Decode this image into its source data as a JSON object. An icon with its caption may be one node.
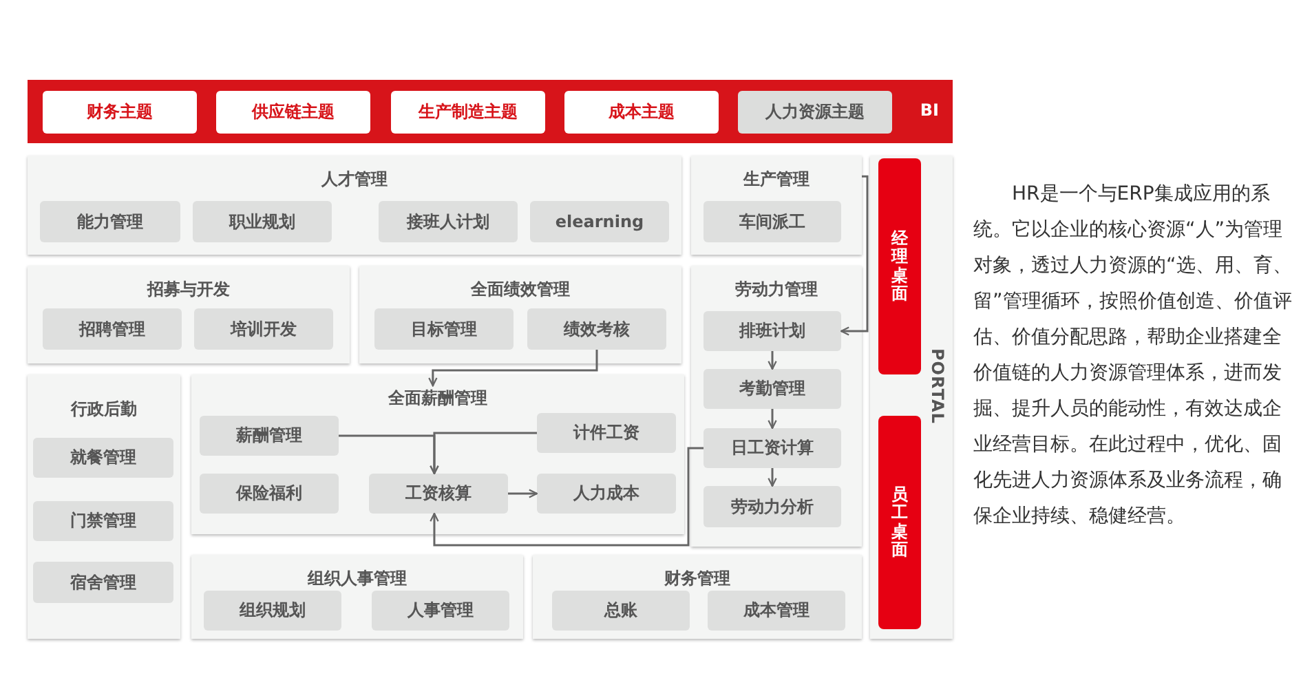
{
  "diagram": {
    "nodes": [
      {
        "text": [
          "BI"
        ]
      },
      {
        "text": [
          "财务主题"
        ],
        "in": 0
      },
      {
        "text": [
          "供应链主题"
        ],
        "in": 0
      },
      {
        "text": [
          "生产制造主题"
        ],
        "in": 0
      },
      {
        "text": [
          "成本主题"
        ],
        "in": 0
      },
      {
        "text": [
          "人力资源主题"
        ],
        "in": 0
      },
      {
        "text": [
          "人才管理"
        ]
      },
      {
        "text": [
          "能力管理"
        ],
        "in": 6
      },
      {
        "text": [
          "职业规划"
        ],
        "in": 6
      },
      {
        "text": [
          "接班人计划"
        ],
        "in": 6
      },
      {
        "text": [
          "elearning"
        ],
        "in": 6
      },
      {
        "text": [
          "生产管理"
        ]
      },
      {
        "text": [
          "车间派工"
        ],
        "in": 11
      },
      {
        "text": [
          "PORTAL"
        ]
      },
      {
        "text": [
          "经理桌面"
        ],
        "in": 13
      },
      {
        "text": [
          "员工桌面"
        ],
        "in": 13
      },
      {
        "text": [
          "招募与开发"
        ]
      },
      {
        "text": [
          "招聘管理"
        ],
        "in": 16
      },
      {
        "text": [
          "培训开发"
        ],
        "in": 16
      },
      {
        "text": [
          "全面绩效管理"
        ]
      },
      {
        "text": [
          "目标管理"
        ],
        "in": 19
      },
      {
        "text": [
          "绩效考核"
        ],
        "in": 19
      },
      {
        "text": [
          "劳动力管理"
        ]
      },
      {
        "text": [
          "排班计划"
        ],
        "in": 22
      },
      {
        "text": [
          "考勤管理"
        ],
        "in": 22
      },
      {
        "text": [
          "日工资计算"
        ],
        "in": 22
      },
      {
        "text": [
          "劳动力分析"
        ],
        "in": 22
      },
      {
        "text": [
          "行政后勤"
        ]
      },
      {
        "text": [
          "就餐管理"
        ],
        "in": 27
      },
      {
        "text": [
          "门禁管理"
        ],
        "in": 27
      },
      {
        "text": [
          "宿舍管理"
        ],
        "in": 27
      },
      {
        "text": [
          "全面薪酬管理"
        ]
      },
      {
        "text": [
          "薪酬管理"
        ],
        "in": 31
      },
      {
        "text": [
          "计件工资"
        ],
        "in": 31
      },
      {
        "text": [
          "保险福利"
        ],
        "in": 31
      },
      {
        "text": [
          "工资核算"
        ],
        "in": 31
      },
      {
        "text": [
          "人力成本"
        ],
        "in": 31
      },
      {
        "text": [
          "组织人事管理"
        ]
      },
      {
        "text": [
          "组织规划"
        ],
        "in": 37
      },
      {
        "text": [
          "人事管理"
        ],
        "in": 37
      },
      {
        "text": [
          "财务管理"
        ]
      },
      {
        "text": [
          "总账"
        ],
        "in": 40
      },
      {
        "text": [
          "成本管理"
        ],
        "in": 40
      }
    ],
    "edges": [
      {
        "from": 11,
        "to": 23,
        "arrow": "to"
      },
      {
        "from": 23,
        "to": 24,
        "arrow": "to"
      },
      {
        "from": 24,
        "to": 25,
        "arrow": "to"
      },
      {
        "from": 25,
        "to": 26,
        "arrow": "to"
      },
      {
        "from": 21,
        "to": 31,
        "arrow": "to"
      },
      {
        "from": 32,
        "to": 35,
        "arrow": "to"
      },
      {
        "from": 33,
        "to": 35,
        "arrow": "to"
      },
      {
        "from": 35,
        "to": 36,
        "arrow": "to"
      },
      {
        "from": 25,
        "to": 35,
        "arrow": "to"
      }
    ],
    "labels": [
      "HR是一个与ERP集成应用的系统。它以企业的核心资源“人”为管理对象，透过人力资源的“选、用、育、留”管理循环，按照价值创造、价值评估、价值分配思路，帮助企业搭建全价值链的人力资源管理体系，进而发掘、提升人员的能动性，有效达成企业经营目标。在此过程中，优化、固化先进人力资源体系及业务流程，确保企业持续、稳健经营。"
    ]
  }
}
